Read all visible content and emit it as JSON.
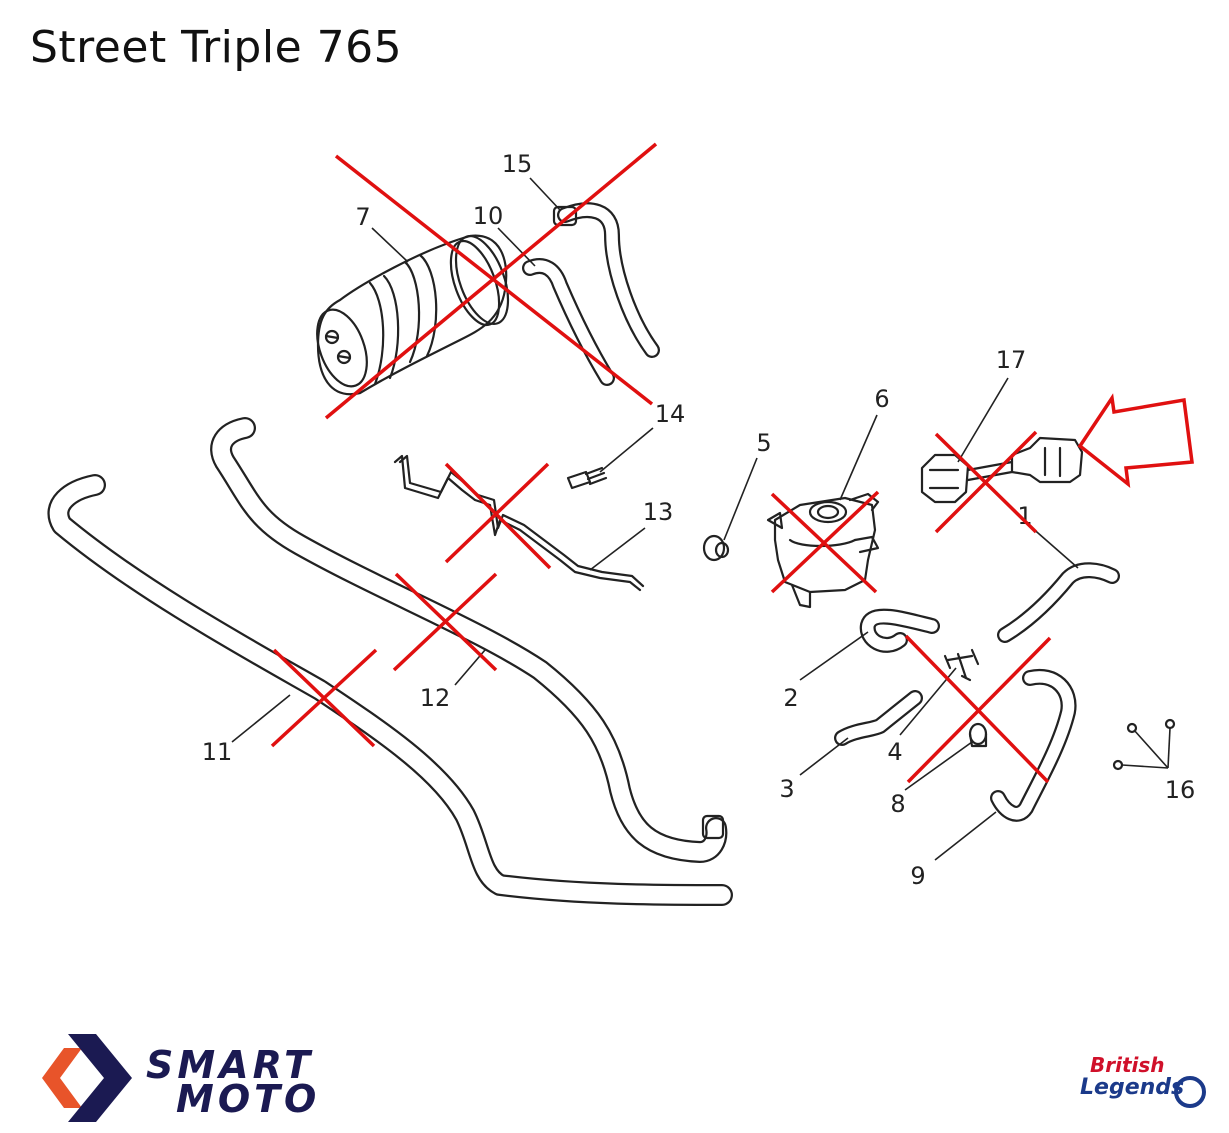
{
  "title": "Street Triple 765",
  "callouts": {
    "c1": "1",
    "c2": "2",
    "c3": "3",
    "c4": "4",
    "c5": "5",
    "c6": "6",
    "c7": "7",
    "c8": "8",
    "c9": "9",
    "c10": "10",
    "c11": "11",
    "c12": "12",
    "c13": "13",
    "c14": "14",
    "c15": "15",
    "c16": "16",
    "c17": "17"
  },
  "logos": {
    "left_line1": "SMART",
    "left_line2": "MOTO",
    "right_line1": "British",
    "right_line2": "Legends"
  },
  "colors": {
    "cross_marks": "#e01010",
    "smartmoto_navy": "#1b1a52",
    "smartmoto_orange": "#e8542a",
    "british_red": "#d0102a",
    "british_blue": "#1b3a8a"
  },
  "crossed_out_parts": [
    "7",
    "10",
    "15",
    "11",
    "12",
    "13",
    "6",
    "17",
    "8",
    "9"
  ],
  "highlighted_part": "17"
}
